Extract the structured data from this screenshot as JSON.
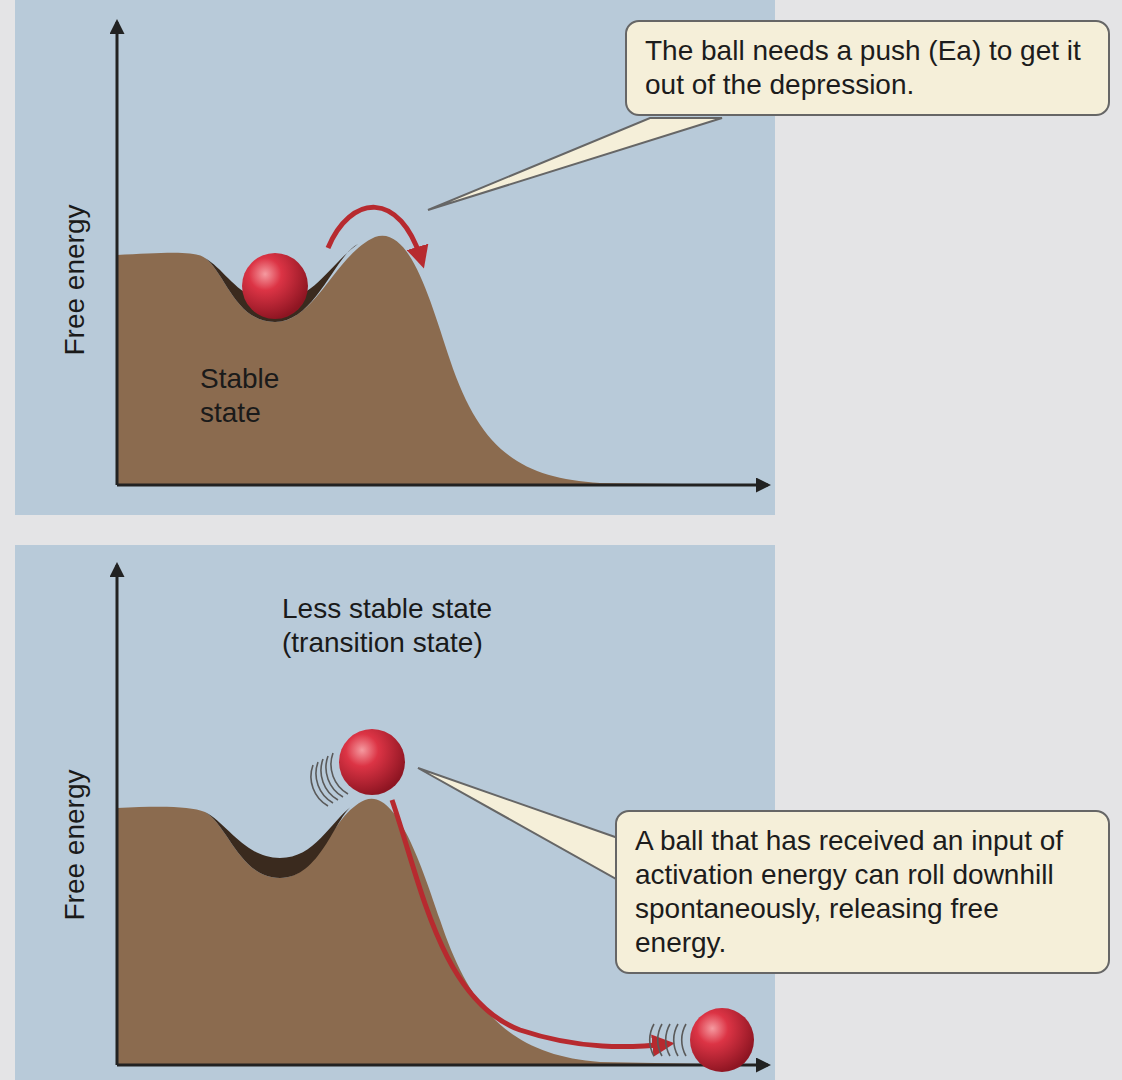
{
  "diagram": {
    "nodes": [
      {
        "text": [
          "The ball needs a push (Ea) to get it out of the depression."
        ]
      },
      {
        "text": [
          "A ball that has received an input of activation energy can roll downhill spontaneously, releasing free energy."
        ]
      }
    ],
    "labels": [
      "Free energy",
      "Stable state",
      "Free energy",
      "Less stable state (transition state)"
    ]
  }
}
